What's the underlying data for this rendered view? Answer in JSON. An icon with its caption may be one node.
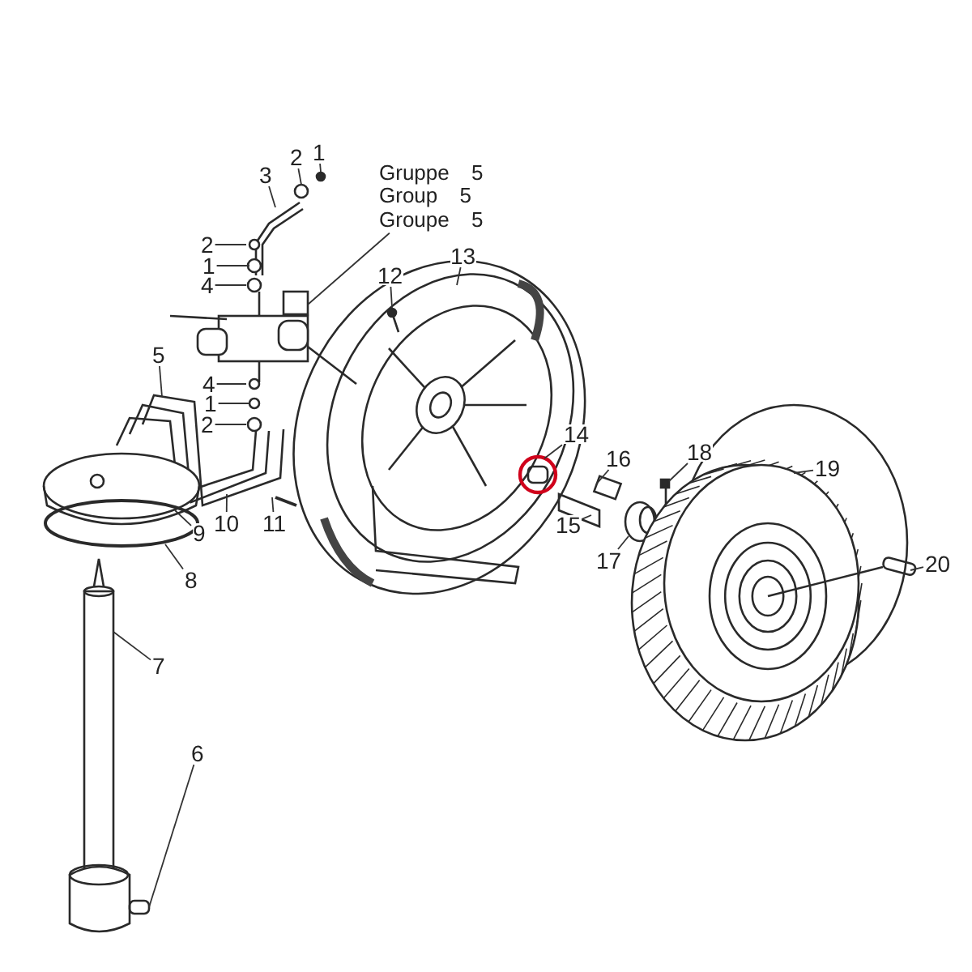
{
  "diagram": {
    "nodes": [
      {
        "text": [
          "1"
        ]
      },
      {
        "text": [
          "2"
        ]
      },
      {
        "text": [
          "3"
        ]
      },
      {
        "text": [
          "Gruppe 5",
          "Group 5",
          "Groupe 5"
        ]
      },
      {
        "text": [
          "2"
        ]
      },
      {
        "text": [
          "1"
        ]
      },
      {
        "text": [
          "13"
        ]
      },
      {
        "text": [
          "12"
        ]
      },
      {
        "text": [
          "4"
        ]
      },
      {
        "text": [
          "5"
        ]
      },
      {
        "text": [
          "4"
        ]
      },
      {
        "text": [
          "1"
        ]
      },
      {
        "text": [
          "2"
        ]
      },
      {
        "text": [
          "14"
        ]
      },
      {
        "text": [
          "18"
        ]
      },
      {
        "text": [
          "19"
        ]
      },
      {
        "text": [
          "16"
        ]
      },
      {
        "text": [
          "10"
        ]
      },
      {
        "text": [
          "11"
        ]
      },
      {
        "text": [
          "15"
        ]
      },
      {
        "text": [
          "9"
        ]
      },
      {
        "text": [
          "17"
        ]
      },
      {
        "text": [
          "20"
        ]
      },
      {
        "text": [
          "8"
        ]
      },
      {
        "text": [
          "7"
        ]
      },
      {
        "text": [
          "6"
        ]
      }
    ],
    "edges": [
      {
        "from": 0,
        "to": null,
        "arrow": "none"
      },
      {
        "from": 1,
        "to": null,
        "arrow": "none"
      },
      {
        "from": 2,
        "to": null,
        "arrow": "none"
      },
      {
        "from": 3,
        "to": null,
        "arrow": "none"
      },
      {
        "from": 4,
        "to": null,
        "arrow": "none"
      },
      {
        "from": 5,
        "to": null,
        "arrow": "none"
      },
      {
        "from": 6,
        "to": null,
        "arrow": "none"
      },
      {
        "from": 7,
        "to": null,
        "arrow": "none"
      },
      {
        "from": 8,
        "to": null,
        "arrow": "none"
      },
      {
        "from": 9,
        "to": null,
        "arrow": "none"
      },
      {
        "from": 10,
        "to": null,
        "arrow": "none"
      },
      {
        "from": 11,
        "to": null,
        "arrow": "none"
      },
      {
        "from": 12,
        "to": null,
        "arrow": "none"
      },
      {
        "from": 13,
        "to": null,
        "arrow": "none"
      },
      {
        "from": 14,
        "to": null,
        "arrow": "none"
      },
      {
        "from": 15,
        "to": null,
        "arrow": "none"
      },
      {
        "from": 16,
        "to": null,
        "arrow": "none"
      },
      {
        "from": 17,
        "to": null,
        "arrow": "none"
      },
      {
        "from": 18,
        "to": null,
        "arrow": "none"
      },
      {
        "from": 19,
        "to": null,
        "arrow": "none"
      },
      {
        "from": 20,
        "to": null,
        "arrow": "none"
      },
      {
        "from": 21,
        "to": null,
        "arrow": "none"
      },
      {
        "from": 22,
        "to": null,
        "arrow": "none"
      },
      {
        "from": 23,
        "to": null,
        "arrow": "none"
      },
      {
        "from": 24,
        "to": null,
        "arrow": "none"
      },
      {
        "from": 25,
        "to": null,
        "arrow": "none"
      }
    ]
  }
}
